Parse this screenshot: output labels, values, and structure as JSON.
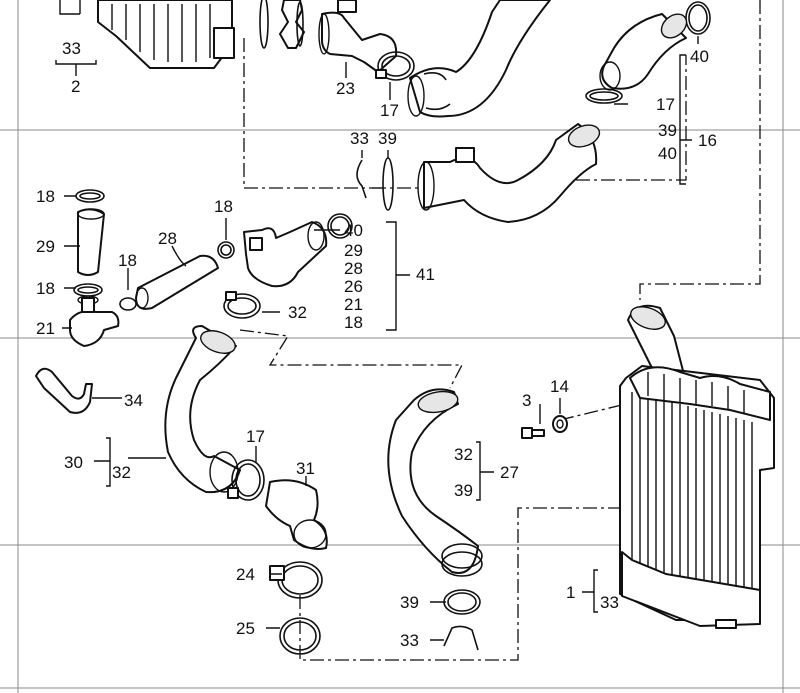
{
  "callouts": {
    "c33_top_left": "33",
    "c2": "2",
    "c23": "23",
    "c17_top": "17",
    "c40_top": "40",
    "c17_right": "17",
    "c39_right": "39",
    "c40_right": "40",
    "c16": "16",
    "c33_mid": "33",
    "c39_mid": "39",
    "c18_a": "18",
    "c29": "29",
    "c18_b": "18",
    "c28": "28",
    "c18_c": "18",
    "c18_d": "18",
    "c21": "21",
    "c40_grp": "40",
    "c29_grp": "29",
    "c28_grp": "28",
    "c26_grp": "26",
    "c21_grp": "21",
    "c18_grp": "18",
    "c41": "41",
    "c32_clamp": "32",
    "c34": "34",
    "c30": "30",
    "c32_a": "32",
    "c17_low": "17",
    "c31": "31",
    "c3": "3",
    "c14": "14",
    "c32_b": "32",
    "c39_b": "39",
    "c27": "27",
    "c24": "24",
    "c25": "25",
    "c39_low": "39",
    "c33_low": "33",
    "c1": "1",
    "c33_right": "33"
  }
}
